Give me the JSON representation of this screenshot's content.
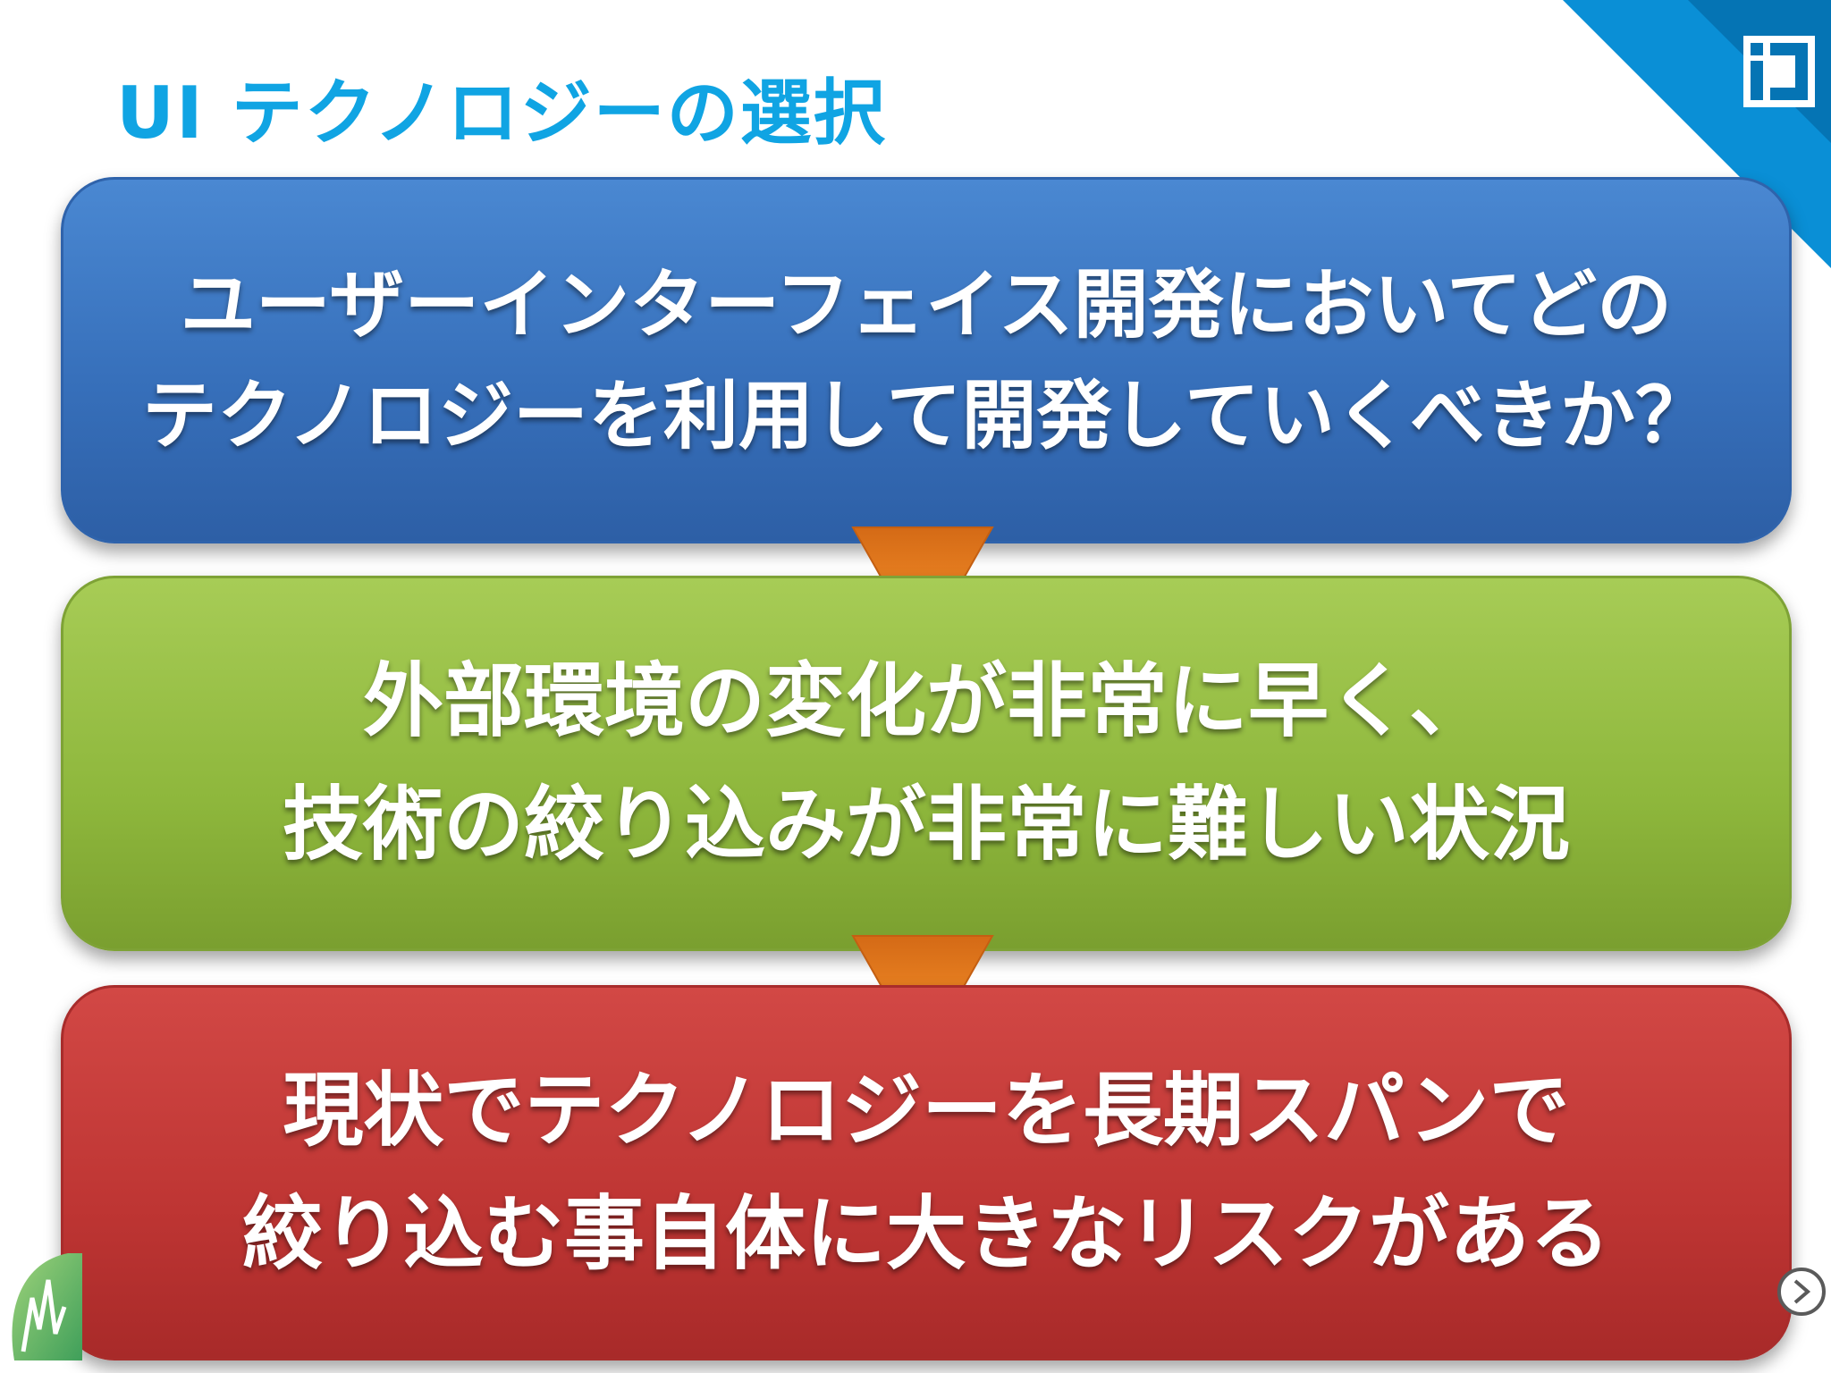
{
  "slide": {
    "title": "UI テクノロジーの選択",
    "boxes": {
      "question": {
        "line1": "ユーザーインターフェイス開発においてどの",
        "line2": "テクノロジーを利用して開発していくべきか？"
      },
      "situation": {
        "line1": "外部環境の変化が非常に早く、",
        "line2": "技術の絞り込みが非常に難しい状況"
      },
      "conclusion": {
        "line1": "現状でテクノロジーを長期スパンで",
        "line2": "絞り込む事自体に大きなリスクがある"
      }
    },
    "icons": {
      "corner_logo": "brand-logo-icon",
      "arrows": "triangle-down-arrow-icon",
      "bottom_left": "partial-logo-icon",
      "nav": "next-slide-icon"
    },
    "colors": {
      "title": "#10a4e3",
      "question_box": "#3770bb",
      "situation_box": "#8eb73c",
      "conclusion_box": "#be3533",
      "arrow": "#f08a22",
      "corner": "#0a8fd6"
    }
  }
}
